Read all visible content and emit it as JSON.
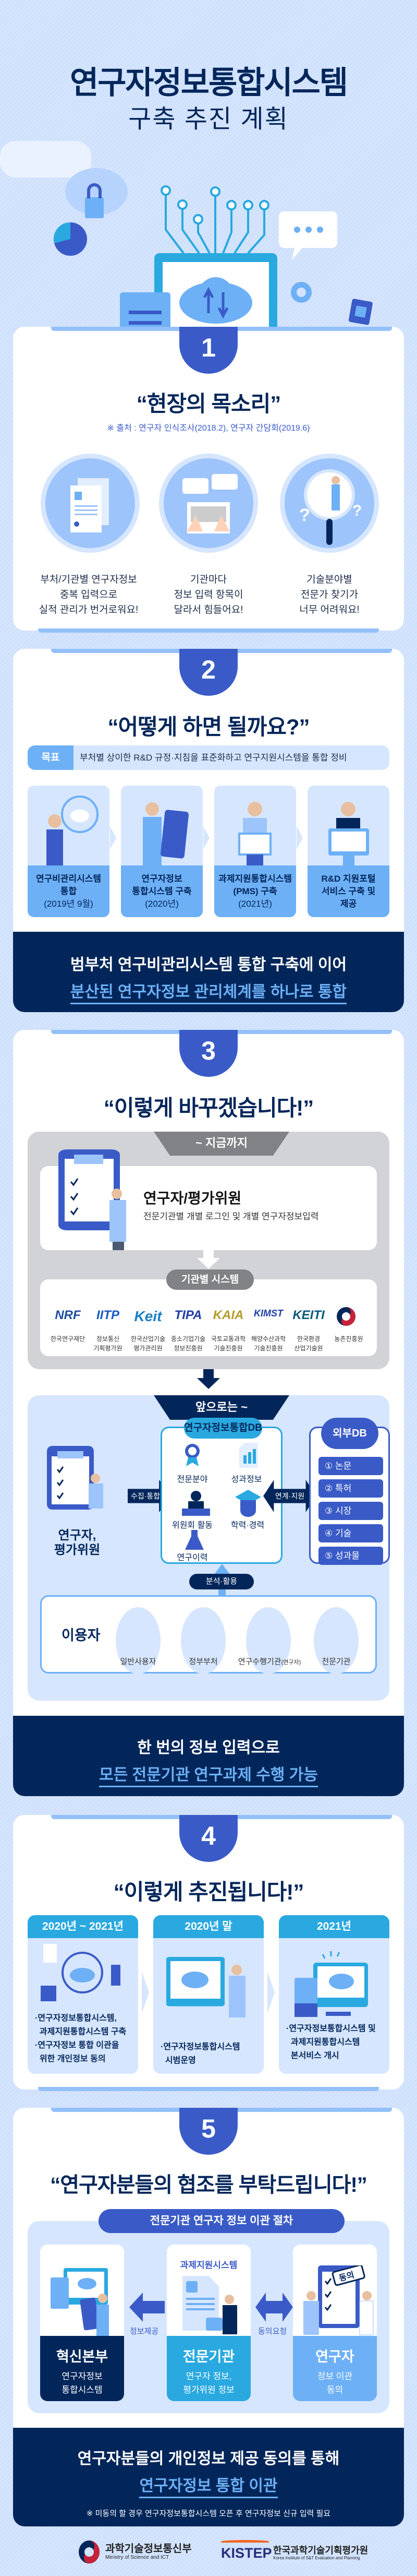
{
  "header": {
    "title": "연구자정보통합시스템",
    "subtitle": "구축 추진 계획"
  },
  "colors": {
    "navy": "#03265a",
    "accent": "#3a5bc7",
    "light": "#d6e6fe",
    "mid": "#6db0f6",
    "cyan": "#29a9e0",
    "gray": "#808285"
  },
  "s1": {
    "number": "1",
    "title": "“현장의 목소리”",
    "source": "※ 출처 : 연구자 인식조사(2018.2), 연구자 간담회(2019.6)",
    "voices": [
      {
        "icon": "document-icon",
        "lines": [
          "부처/기관별 연구자정보",
          "중복 입력으로",
          "실적 관리가 번거로워요!"
        ]
      },
      {
        "icon": "laptop-icon",
        "lines": [
          "기관마다",
          "정보 입력 항목이",
          "달라서 힘들어요!"
        ]
      },
      {
        "icon": "magnifier-icon",
        "lines": [
          "기술분야별",
          "전문가 찾기가",
          "너무 어려워요!"
        ]
      }
    ]
  },
  "s2": {
    "number": "2",
    "title": "“어떻게 하면 될까요?”",
    "goal_label": "목표",
    "goal_text": "부처별 상이한 R&D 규정·지침을 표준화하고 연구지원시스템을 통합 정비",
    "steps": [
      {
        "l1": "연구비관리시스템",
        "l2": "통합",
        "l3": "(2019년 9월)"
      },
      {
        "l1": "연구자정보",
        "l2": "통합시스템 구축",
        "l3": "(2020년)"
      },
      {
        "l1": "과제지원통합시스템",
        "l2": "(PMS) 구축",
        "l3": "(2021년)"
      },
      {
        "l1": "R&D 지원포털",
        "l2": "서비스 구축 및",
        "l3": "제공"
      }
    ],
    "banner_line1": "범부처 연구비관리시스템 통합 구축에 이어",
    "banner_line2": "분산된 연구자정보 관리체계를 하나로 통합"
  },
  "s3": {
    "number": "3",
    "title": "“이렇게 바꾸겠습니다!”",
    "past_tab": "~ 지금까지",
    "past_role": "연구자/평가위원",
    "past_desc": "전문기관별 개별 로그인 및 개별 연구자정보입력",
    "agency_tab": "기관별 시스템",
    "agencies": [
      {
        "logo": "NRF",
        "color": "#1f4fa3",
        "lines": [
          "한국연구재단",
          ""
        ]
      },
      {
        "logo": "IITP",
        "color": "#1a5bc4",
        "lines": [
          "정보통신",
          "기획평가원"
        ]
      },
      {
        "logo": "Keit",
        "color": "#1a7fc4",
        "lines": [
          "한국산업기술",
          "평가관리원"
        ]
      },
      {
        "logo": "TIPA",
        "color": "#1f3fa6",
        "lines": [
          "중소기업기술",
          "정보진흥원"
        ]
      },
      {
        "logo": "KAIA",
        "color": "#b59b2a",
        "lines": [
          "국토교통과학",
          "기술진흥원"
        ]
      },
      {
        "logo": "KIMST",
        "color": "#1f3fa6",
        "lines": [
          "해양수산과학",
          "기술진흥원"
        ]
      },
      {
        "logo": "KEITI",
        "color": "#0c5a7a",
        "lines": [
          "한국환경",
          "산업기술원"
        ]
      },
      {
        "logo": "",
        "color": "#c6233a",
        "lines": [
          "농촌진흥원",
          ""
        ]
      }
    ],
    "future_tab": "앞으로는 ~",
    "actor": [
      "연구자,",
      "평가위원"
    ],
    "collect_label": "수집·통합",
    "link_label": "연계·지원",
    "db_title": "연구자정보통합DB",
    "db_items": [
      "전문분야",
      "성과정보",
      "위원회 활동",
      "학력·경력",
      "연구이력"
    ],
    "ext_title": "외부DB",
    "ext_items": [
      "① 논문",
      "② 특허",
      "③ 시장",
      "④ 기술",
      "⑤ 성과물"
    ],
    "analysis_label": "분석·활용",
    "users_label": "이용자",
    "users": [
      {
        "label": "일반사용자",
        "small": ""
      },
      {
        "label": "정부부처",
        "small": ""
      },
      {
        "label": "연구수행기관",
        "small": "(연구자)"
      },
      {
        "label": "전문기관",
        "small": ""
      }
    ],
    "banner_line1": "한 번의 정보 입력으로",
    "banner_line2": "모든 전문기관 연구과제 수행 가능"
  },
  "s4": {
    "number": "4",
    "title": "“이렇게 추진됩니다!”",
    "phases": [
      {
        "period": "2020년 ~ 2021년",
        "items": [
          "·연구자정보통합시스템,",
          "  과제지원통합시스템 구축",
          "·연구자정보 통합 이관을",
          "  위한 개인정보 동의"
        ]
      },
      {
        "period": "2020년 말",
        "items": [
          "·연구자정보통합시스템",
          "  시범운영"
        ]
      },
      {
        "period": "2021년",
        "items": [
          "·연구자정보통합시스템 및",
          "  과제지원통합시스템",
          "  본서비스 개시"
        ]
      }
    ]
  },
  "s5": {
    "number": "5",
    "title": "“연구자분들의 협조를 부탁드립니다!”",
    "process_title": "전문기관 연구자 정보 이관 절차",
    "system_label": "과제지원시스템",
    "arrow_left": "정보제공",
    "arrow_both": "동의요청",
    "stamp": "동의",
    "parties": [
      {
        "name": "혁신본부",
        "lines": [
          "연구자정보",
          "통합시스템"
        ]
      },
      {
        "name": "전문기관",
        "lines": [
          "연구자 정보,",
          "평가위원 정보"
        ]
      },
      {
        "name": "연구자",
        "lines": [
          "정보 이관",
          "동의"
        ]
      }
    ],
    "banner_line1": "연구자분들의 개인정보 제공 동의를 통해",
    "banner_line2": "연구자정보 통합 이관",
    "note": "※ 미동의 할 경우 연구자정보통합시스템 오픈 후 연구자정보 신규 입력 필요"
  },
  "footer": {
    "msit_ko": "과학기술정보통신부",
    "msit_en": "Ministry of Science and ICT",
    "kistep_logo": "KISTEP",
    "kistep_ko": "한국과학기술기획평가원",
    "kistep_en": "Korea Institute of S&T Evaluation and Planning"
  }
}
